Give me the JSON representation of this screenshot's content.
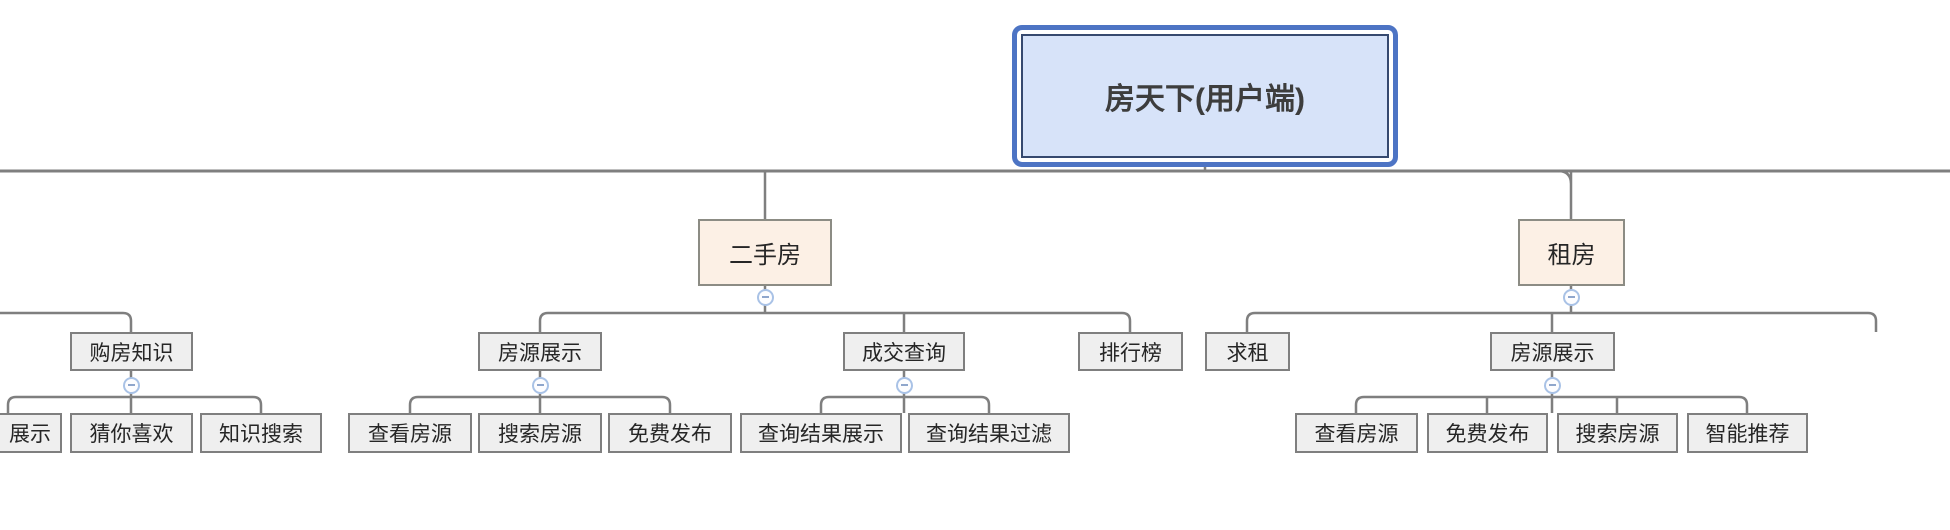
{
  "diagram": {
    "root": {
      "id": "root",
      "label": "房天下(用户端)"
    },
    "nodes": [
      {
        "id": "goufang-zhishi",
        "label": "购房知识",
        "level": 2,
        "collapse": true
      },
      {
        "id": "zhanshi-clipped",
        "label": "展示",
        "level": 3,
        "clipped": true
      },
      {
        "id": "cai-ni-xi-huan",
        "label": "猜你喜欢",
        "level": 3
      },
      {
        "id": "zhishi-sousuo",
        "label": "知识搜索",
        "level": 3
      },
      {
        "id": "ershoufang",
        "label": "二手房",
        "level": 1,
        "collapse": true
      },
      {
        "id": "fangyuan-zhanshi-esf",
        "label": "房源展示",
        "level": 2,
        "collapse": true
      },
      {
        "id": "chakan-fangyuan-esf",
        "label": "查看房源",
        "level": 3
      },
      {
        "id": "sousuo-fangyuan-esf",
        "label": "搜索房源",
        "level": 3
      },
      {
        "id": "mianfei-fabu-esf",
        "label": "免费发布",
        "level": 3
      },
      {
        "id": "chengjiao-chaxun",
        "label": "成交查询",
        "level": 2,
        "collapse": true
      },
      {
        "id": "chaxun-jieguo-zhanshi",
        "label": "查询结果展示",
        "level": 3
      },
      {
        "id": "chaxun-jieguo-guolv",
        "label": "查询结果过滤",
        "level": 3
      },
      {
        "id": "paihangbang",
        "label": "排行榜",
        "level": 2
      },
      {
        "id": "qiuzu",
        "label": "求租",
        "level": 2
      },
      {
        "id": "zufang",
        "label": "租房",
        "level": 1,
        "collapse": true
      },
      {
        "id": "fangyuan-zhanshi-zf",
        "label": "房源展示",
        "level": 2,
        "collapse": true
      },
      {
        "id": "chakan-fangyuan-zf",
        "label": "查看房源",
        "level": 3
      },
      {
        "id": "mianfei-fabu-zf",
        "label": "免费发布",
        "level": 3
      },
      {
        "id": "sousuo-fangyuan-zf",
        "label": "搜索房源",
        "level": 3
      },
      {
        "id": "zhineng-tuijian-zf",
        "label": "智能推荐",
        "level": 3
      }
    ],
    "colors": {
      "background": "#ffffff",
      "text": "#262626",
      "root_fill": "#d7e3f9",
      "root_border": "#4d74c4",
      "root_inner_border": "#36496f",
      "branch_fill": "#fcf0e5",
      "branch_border": "#8c8c84",
      "node_fill": "#efefef",
      "node_border": "#7f7f7f",
      "connector": "#7f7f7f",
      "collapse_border": "#a9c2e6",
      "collapse_minus": "#8fa6cc"
    }
  }
}
